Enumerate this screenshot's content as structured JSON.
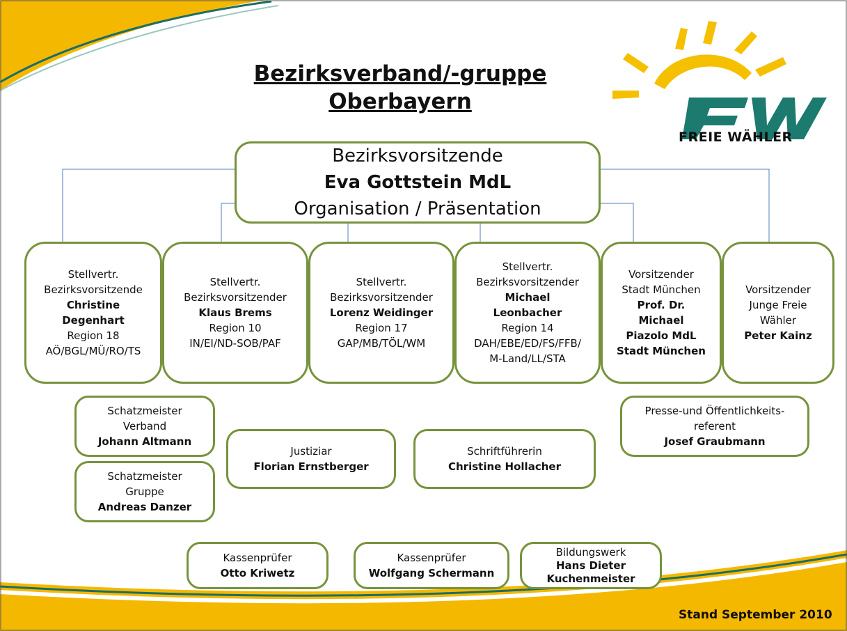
{
  "title": {
    "line1": "Bezirksverband/-gruppe",
    "line2": "Oberbayern"
  },
  "logo": {
    "mark": "FW",
    "name": "FREIE WÄHLER",
    "colors": {
      "sun": "#f5c000",
      "mark": "#1c7a6e"
    }
  },
  "head": {
    "role": "Bezirksvorsitzende",
    "name": "Eva Gottstein MdL",
    "dept": "Organisation / Präsentation"
  },
  "deputies": [
    {
      "l1": "Stellvertr.",
      "l2": "Bezirksvorsitzende",
      "name1": "Christine",
      "name2": "Degenhart",
      "region": "Region 18",
      "areas": "AÖ/BGL/MÜ/RO/TS"
    },
    {
      "l1": "Stellvertr.",
      "l2": "Bezirksvorsitzender",
      "name1": "Klaus Brems",
      "region": "Region 10",
      "areas": "IN/EI/ND-SOB/PAF"
    },
    {
      "l1": "Stellvertr.",
      "l2": "Bezirksvorsitzender",
      "name1": "Lorenz Weidinger",
      "region": "Region 17",
      "areas": "GAP/MB/TÖL/WM"
    },
    {
      "l1": "Stellvertr.",
      "l2": "Bezirksvorsitzender",
      "name1": "Michael",
      "name2": "Leonbacher",
      "region": "Region 14",
      "areas1": "DAH/EBE/ED/FS/FFB/",
      "areas2": "M-Land/LL/STA"
    },
    {
      "l1": "Vorsitzender",
      "l2": "Stadt München",
      "name1": "Prof. Dr.",
      "name2": "Michael",
      "name3": "Piazolo MdL",
      "name4": "Stadt München"
    },
    {
      "l1": "Vorsitzender",
      "l2": "Junge Freie",
      "l3": "Wähler",
      "name1": "Peter Kainz"
    }
  ],
  "treasurer_verband": {
    "l1": "Schatzmeister",
    "l2": "Verband",
    "name": "Johann Altmann"
  },
  "treasurer_gruppe": {
    "l1": "Schatzmeister",
    "l2": "Gruppe",
    "name": "Andreas Danzer"
  },
  "justiziar": {
    "l1": "Justiziar",
    "name": "Florian Ernstberger"
  },
  "secretary": {
    "l1": "Schriftführerin",
    "name": "Christine Hollacher"
  },
  "press": {
    "l1": "Presse-und Öffentlichkeits-",
    "l2": "referent",
    "name": "Josef Graubmann"
  },
  "auditor1": {
    "l1": "Kassenprüfer",
    "name": "Otto Kriwetz"
  },
  "auditor2": {
    "l1": "Kassenprüfer",
    "name": "Wolfgang Schermann"
  },
  "education": {
    "l1": "Bildungswerk",
    "name1": "Hans Dieter",
    "name2": "Kuchenmeister"
  },
  "footer": "Stand September 2010",
  "colors": {
    "border": "#76933c",
    "accent": "#f5b800",
    "connector": "#4f81bd"
  }
}
